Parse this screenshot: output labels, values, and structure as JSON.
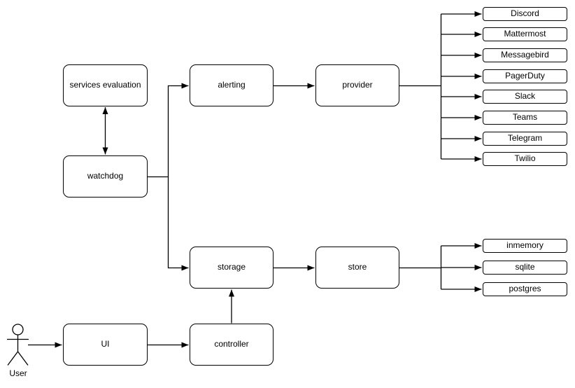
{
  "diagram": {
    "colors": {
      "background": "#ffffff",
      "node_fill": "#ffffff",
      "stroke": "#000000",
      "text": "#000000"
    },
    "nodes": {
      "services_evaluation": "services evaluation",
      "watchdog": "watchdog",
      "alerting": "alerting",
      "provider": "provider",
      "storage": "storage",
      "store": "store",
      "ui": "UI",
      "controller": "controller"
    },
    "providers": [
      "Discord",
      "Mattermost",
      "Messagebird",
      "PagerDuty",
      "Slack",
      "Teams",
      "Telegram",
      "Twilio"
    ],
    "stores": [
      "inmemory",
      "sqlite",
      "postgres"
    ],
    "actor": {
      "label": "User"
    },
    "edges": [
      {
        "from": "services evaluation",
        "to": "watchdog",
        "style": "bidirectional"
      },
      {
        "from": "watchdog",
        "to": "alerting"
      },
      {
        "from": "watchdog",
        "to": "storage"
      },
      {
        "from": "alerting",
        "to": "provider"
      },
      {
        "from": "provider",
        "to": "Discord"
      },
      {
        "from": "provider",
        "to": "Mattermost"
      },
      {
        "from": "provider",
        "to": "Messagebird"
      },
      {
        "from": "provider",
        "to": "PagerDuty"
      },
      {
        "from": "provider",
        "to": "Slack"
      },
      {
        "from": "provider",
        "to": "Teams"
      },
      {
        "from": "provider",
        "to": "Telegram"
      },
      {
        "from": "provider",
        "to": "Twilio"
      },
      {
        "from": "storage",
        "to": "store"
      },
      {
        "from": "store",
        "to": "inmemory"
      },
      {
        "from": "store",
        "to": "sqlite"
      },
      {
        "from": "store",
        "to": "postgres"
      },
      {
        "from": "User",
        "to": "UI"
      },
      {
        "from": "UI",
        "to": "controller"
      },
      {
        "from": "controller",
        "to": "storage"
      }
    ]
  }
}
